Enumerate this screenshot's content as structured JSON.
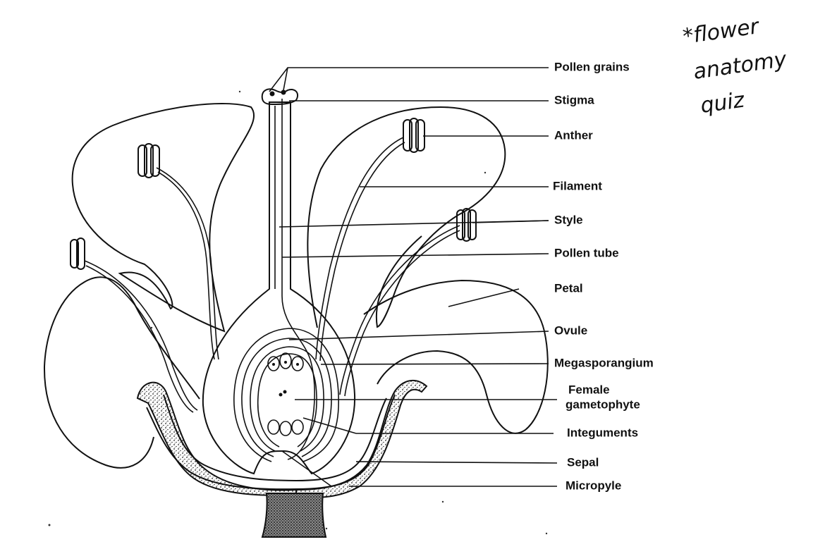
{
  "labels": {
    "pollen_grains": "Pollen grains",
    "stigma": "Stigma",
    "anther": "Anther",
    "filament": "Filament",
    "style": "Style",
    "pollen_tube": "Pollen tube",
    "petal": "Petal",
    "ovule": "Ovule",
    "megasporangium": "Megasporangium",
    "female_gametophyte_1": "Female",
    "female_gametophyte_2": "gametophyte",
    "integuments": "Integuments",
    "sepal": "Sepal",
    "micropyle": "Micropyle"
  },
  "handwritten_note": {
    "line1": "*flower",
    "line2": "anatomy",
    "line3": "quiz"
  }
}
